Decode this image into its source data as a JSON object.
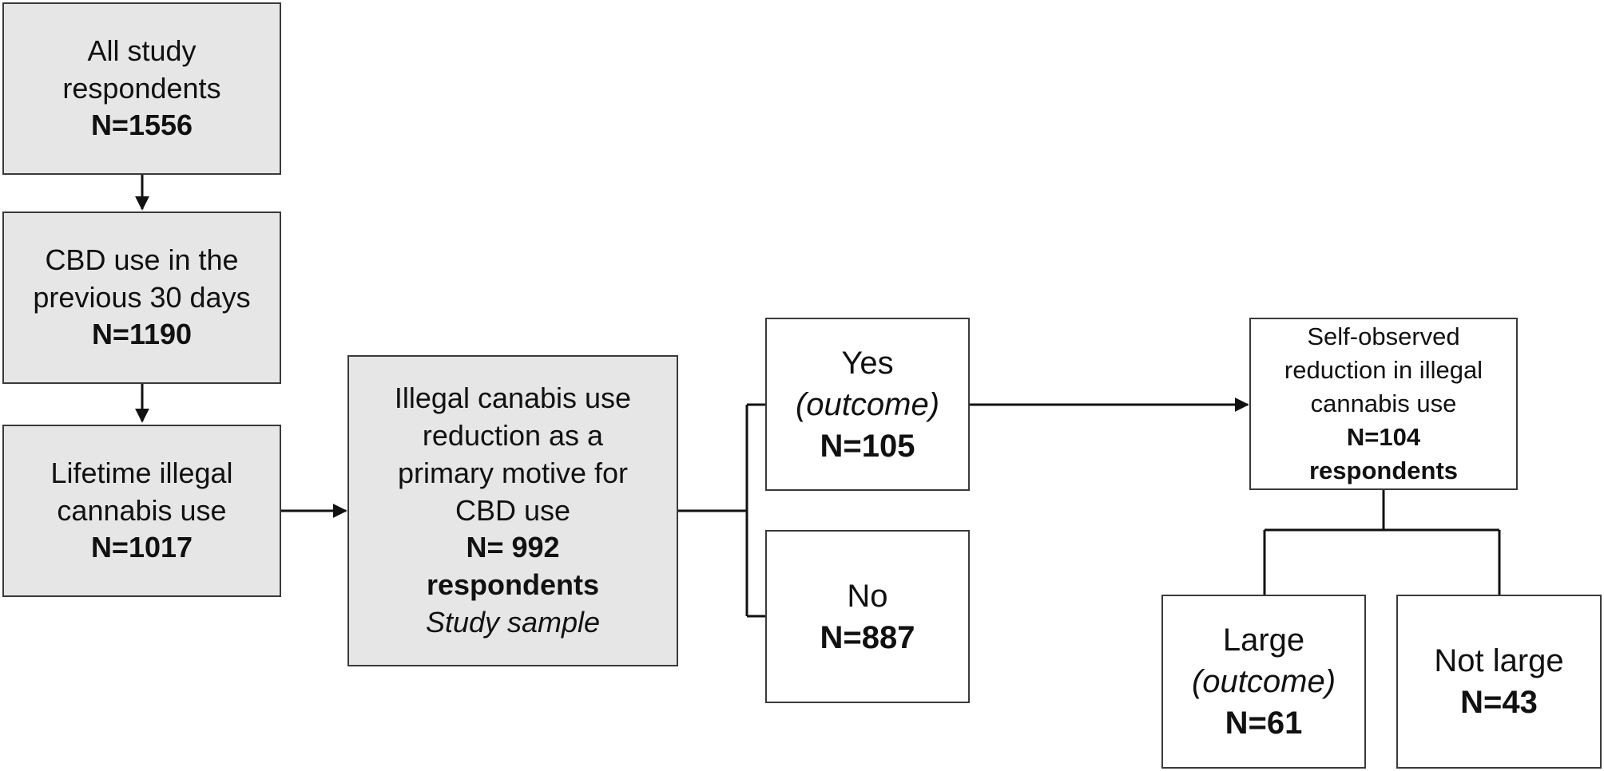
{
  "nodes": {
    "all_respondents": {
      "line1": "All study",
      "line2": "respondents",
      "count": "N=1556"
    },
    "cbd_use": {
      "line1": "CBD use in the",
      "line2": "previous 30 days",
      "count": "N=1190"
    },
    "lifetime": {
      "line1": "Lifetime illegal",
      "line2": "cannabis use",
      "count": "N=1017"
    },
    "motive": {
      "line1": "Illegal canabis use",
      "line2": "reduction as a",
      "line3": "primary motive for",
      "line4": "CBD use",
      "count": "N= 992",
      "unit": "respondents",
      "note": "Study sample"
    },
    "yes": {
      "label": "Yes",
      "tag": "(outcome)",
      "count": "N=105"
    },
    "no": {
      "label": "No",
      "count": "N=887"
    },
    "self_observed": {
      "line1": "Self-observed",
      "line2": "reduction in illegal",
      "line3": "cannabis use",
      "count": "N=104",
      "unit": "respondents"
    },
    "large": {
      "label": "Large",
      "tag": "(outcome)",
      "count": "N=61"
    },
    "not_large": {
      "label": "Not large",
      "count": "N=43"
    }
  },
  "colors": {
    "shaded_fill": "#e6e6e6",
    "plain_fill": "#ffffff",
    "border": "#3a3a3a",
    "line": "#111111"
  }
}
